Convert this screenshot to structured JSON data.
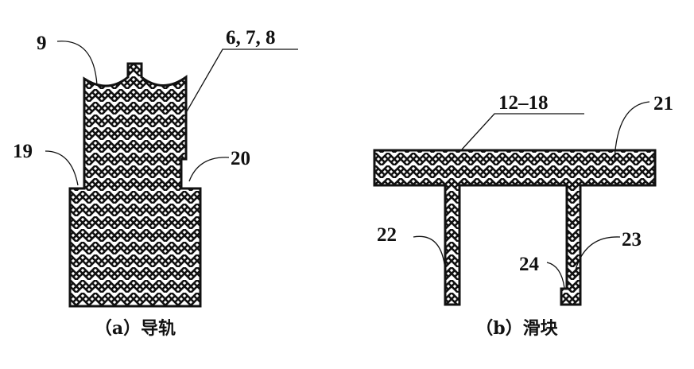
{
  "figure_a": {
    "caption": "（a）导轨",
    "labels": {
      "l9": "9",
      "l678": "6, 7, 8",
      "l19": "19",
      "l20": "20"
    }
  },
  "figure_b": {
    "caption": "（b）滑块",
    "labels": {
      "l1218": "12–18",
      "l21": "21",
      "l22": "22",
      "l23": "23",
      "l24": "24"
    }
  },
  "colors": {
    "ink": "#111111",
    "background": "#ffffff"
  }
}
